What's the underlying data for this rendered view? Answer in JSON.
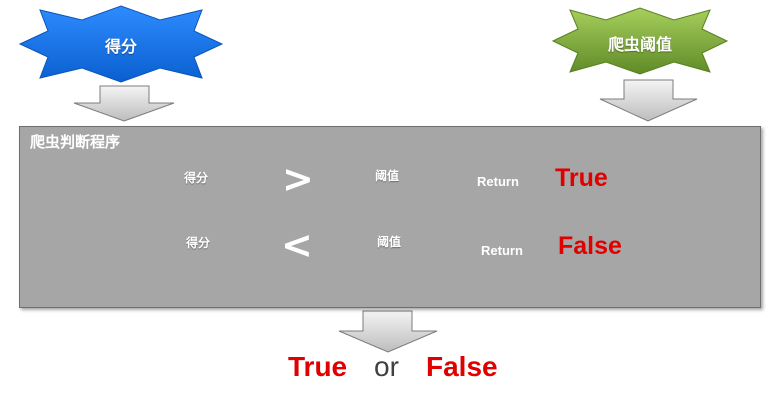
{
  "inputs": {
    "score_label": "得分",
    "threshold_label": "爬虫阈值"
  },
  "panel": {
    "title": "爬虫判断程序",
    "rows": [
      {
        "left": "得分",
        "operator": ">",
        "right": "阈值",
        "return_word": "Return",
        "result": "True"
      },
      {
        "left": "得分",
        "operator": "<",
        "right": "阈值",
        "return_word": "Return",
        "result": "False"
      }
    ]
  },
  "output": {
    "left": "True",
    "connector": "or",
    "right": "False"
  },
  "colors": {
    "blue_star": "#1272e0",
    "green_star": "#7aa33a",
    "result_red": "#e00000",
    "panel_gray": "#a6a6a6",
    "arrow_gray": "#d2d2d2"
  }
}
